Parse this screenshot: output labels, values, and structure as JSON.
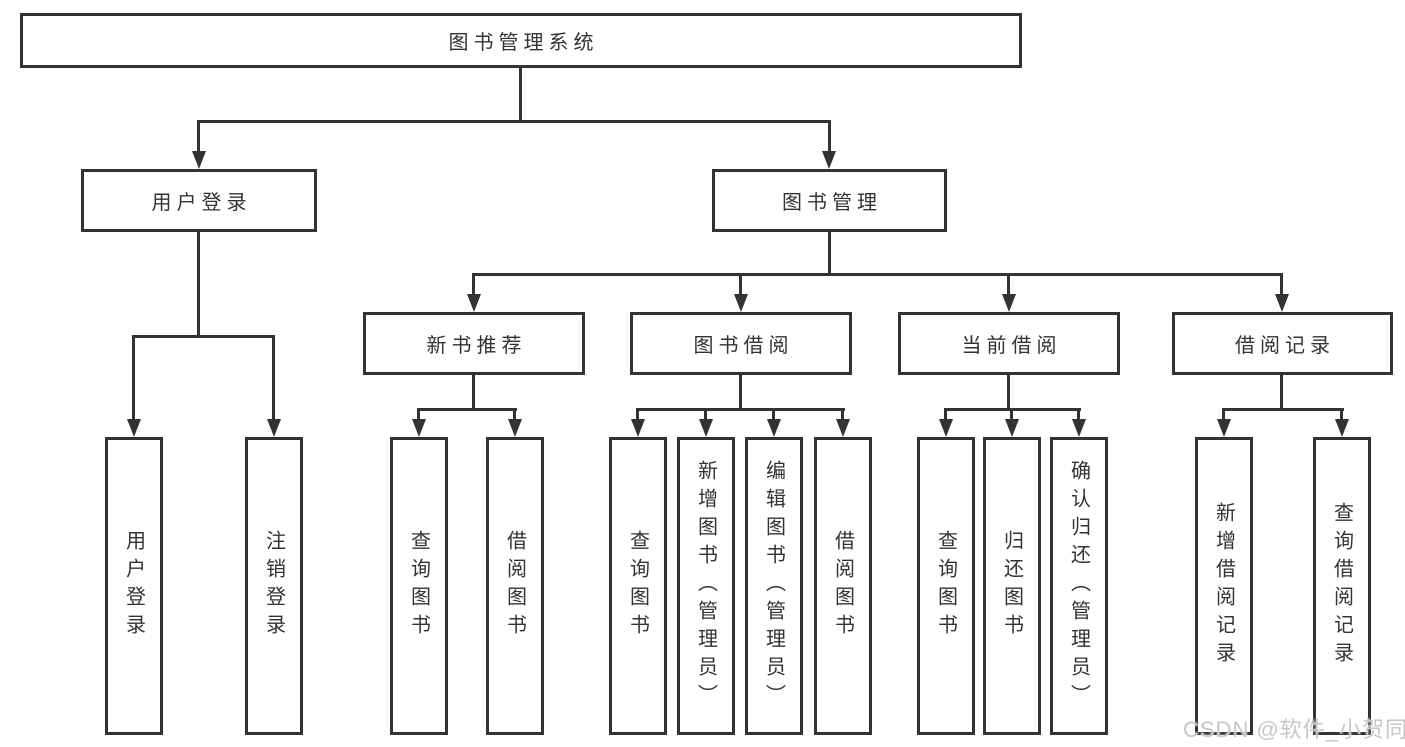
{
  "diagram": {
    "root": {
      "label": "图书管理系统"
    },
    "branches": [
      {
        "label": "用户登录",
        "children": [
          {
            "label": "用户登录"
          },
          {
            "label": "注销登录"
          }
        ]
      },
      {
        "label": "图书管理",
        "children": [
          {
            "label": "新书推荐",
            "children": [
              {
                "label": "查询图书"
              },
              {
                "label": "借阅图书"
              }
            ]
          },
          {
            "label": "图书借阅",
            "children": [
              {
                "label": "查询图书"
              },
              {
                "label": "新增图书（管理员）"
              },
              {
                "label": "编辑图书（管理员）"
              },
              {
                "label": "借阅图书"
              }
            ]
          },
          {
            "label": "当前借阅",
            "children": [
              {
                "label": "查询图书"
              },
              {
                "label": "归还图书"
              },
              {
                "label": "确认归还（管理员）"
              }
            ]
          },
          {
            "label": "借阅记录",
            "children": [
              {
                "label": "新增借阅记录"
              },
              {
                "label": "查询借阅记录"
              }
            ]
          }
        ]
      }
    ]
  },
  "watermark": "CSDN @软件_小贺同学",
  "colors": {
    "line": "#333333",
    "text": "#333333",
    "watermark": "#c7c7c7",
    "background": "#ffffff"
  }
}
